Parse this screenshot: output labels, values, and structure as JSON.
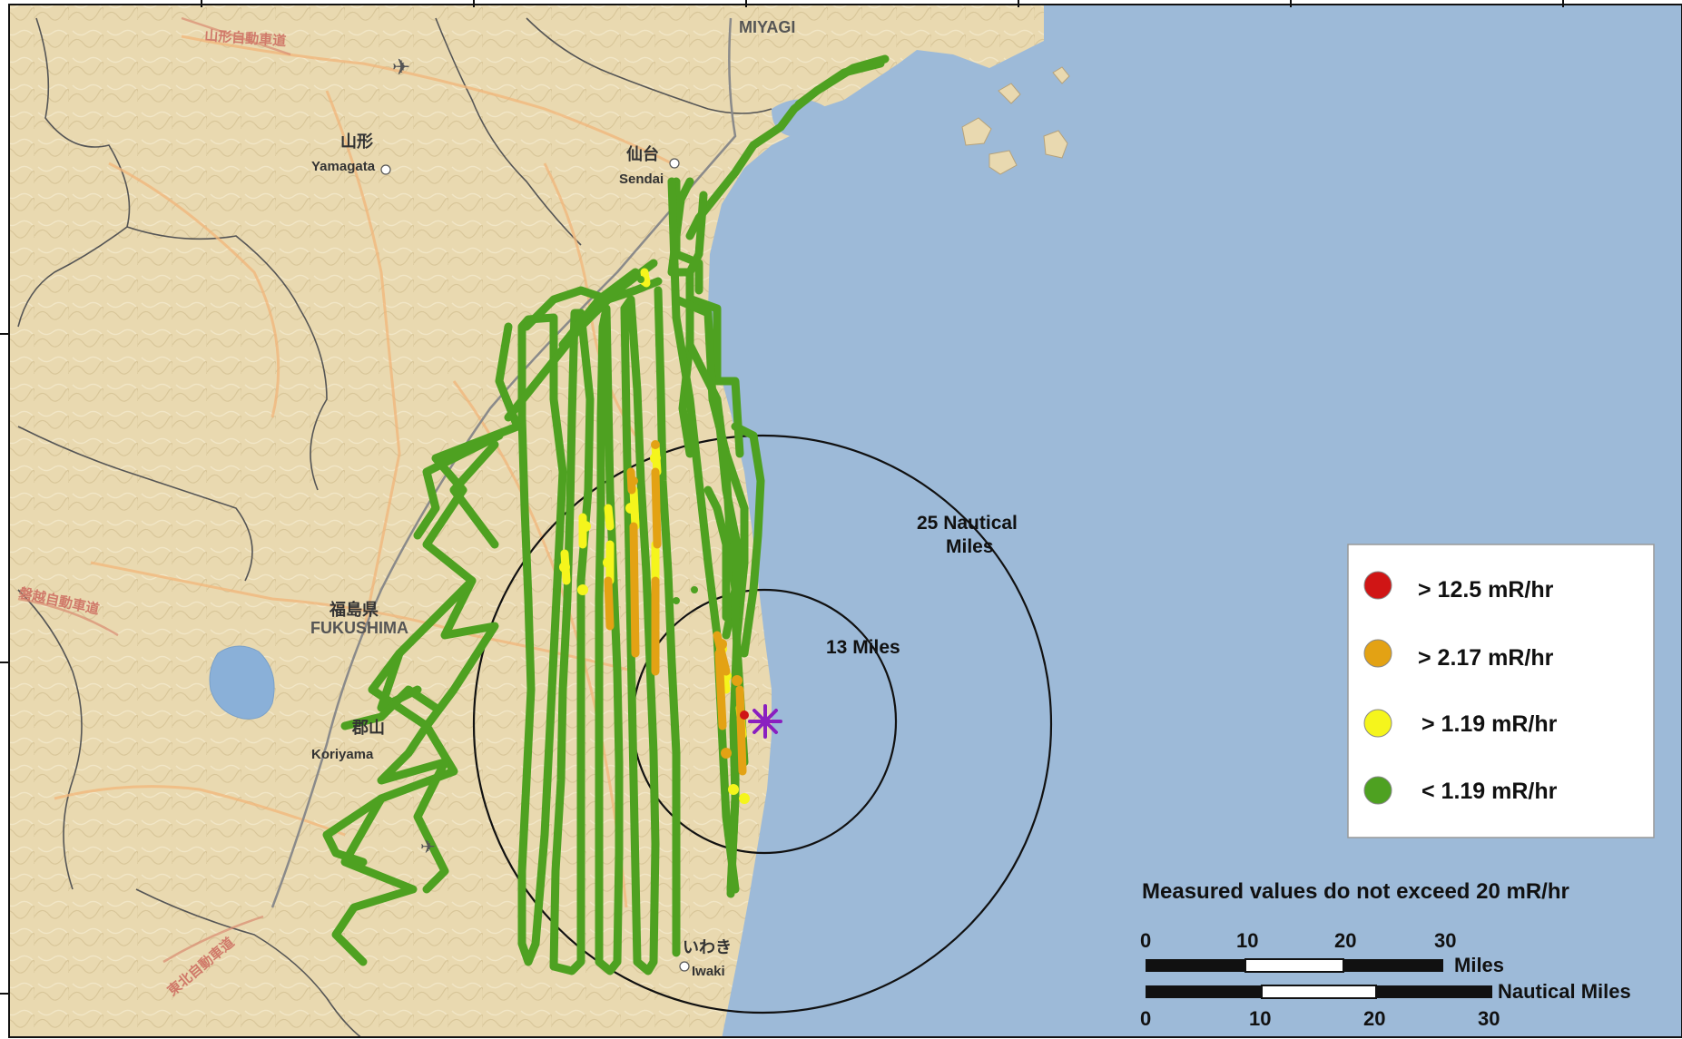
{
  "map": {
    "colors": {
      "land": "#e9d9b0",
      "sea": "#9dbad8",
      "lake": "#8ab0d8",
      "track_low": "#4ea121",
      "track_mid": "#f5f51c",
      "track_high": "#e3a214",
      "track_max": "#d01515",
      "plant": "#8a1fc0"
    },
    "labels": {
      "miyagi": "MIYAGI",
      "yamagata_jp": "山形",
      "yamagata": "Yamagata",
      "sendai_jp": "仙台",
      "sendai": "Sendai",
      "fukushima_pref_jp": "福島県",
      "fukushima_pref": "FUKUSHIMA",
      "koriyama_jp": "郡山",
      "koriyama": "Koriyama",
      "iwaki_jp": "いわき",
      "iwaki": "Iwaki",
      "road_yamagata": "山形自動車道",
      "road_banetsu": "磐越自動車道",
      "road_tohoku": "東北自動車道"
    },
    "rings": {
      "inner_label": "13 Miles",
      "outer_label_1": "25 Nautical",
      "outer_label_2": "Miles"
    }
  },
  "legend": {
    "items": [
      {
        "label": "> 12.5 mR/hr",
        "color": "#d01515"
      },
      {
        "label": "> 2.17 mR/hr",
        "color": "#e3a214"
      },
      {
        "label": "> 1.19 mR/hr",
        "color": "#f5f51c"
      },
      {
        "label": "< 1.19 mR/hr",
        "color": "#4ea121"
      }
    ]
  },
  "note": "Measured values do not exceed 20 mR/hr",
  "scalebar": {
    "miles_ticks": [
      "0",
      "10",
      "20",
      "30"
    ],
    "miles_label": "Miles",
    "nautical_ticks": [
      "0",
      "10",
      "20",
      "30"
    ],
    "nautical_label": "Nautical Miles"
  }
}
